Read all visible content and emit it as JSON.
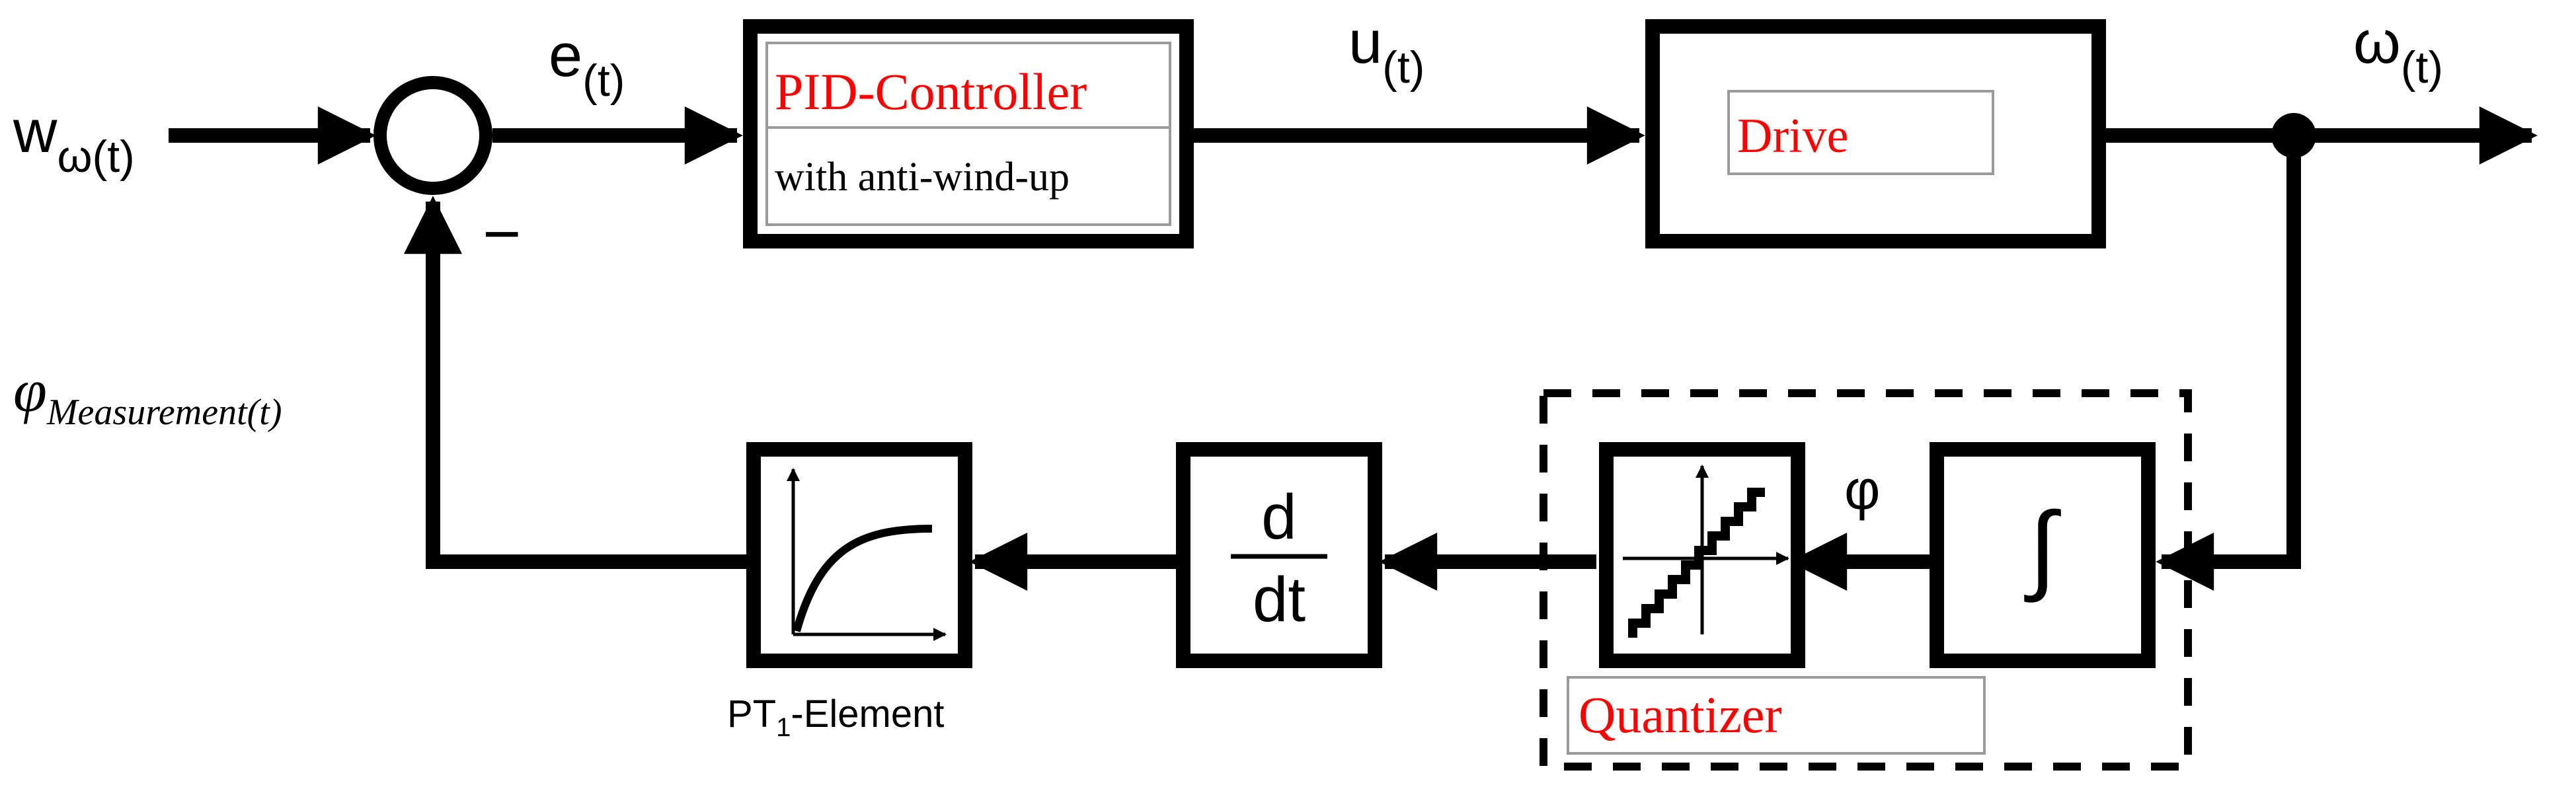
{
  "signals": {
    "setpoint": {
      "base": "w",
      "sub": "ω(t)"
    },
    "error": {
      "base": "e",
      "sub": "(t)"
    },
    "control": {
      "base": "u",
      "sub": "(t)"
    },
    "output": {
      "base": "ω",
      "sub": "(t)"
    },
    "feedback": {
      "base": "φ",
      "sub": "Measurement(t)"
    },
    "minus_sign": "−",
    "phi": "φ"
  },
  "blocks": {
    "pid": {
      "title": "PID-Controller",
      "subtitle": "with anti-wind-up"
    },
    "drive": {
      "label": "Drive"
    },
    "integrator": {
      "symbol": "∫"
    },
    "quantizer": {
      "label": "Quantizer"
    },
    "derivative": {
      "numerator": "d",
      "denominator": "dt"
    },
    "pt1": {
      "label_base": "PT",
      "label_sub": "1",
      "label_rest": "-Element"
    }
  },
  "colors": {
    "line": "#000000",
    "block_title": "#ff0000",
    "background": "#ffffff"
  }
}
